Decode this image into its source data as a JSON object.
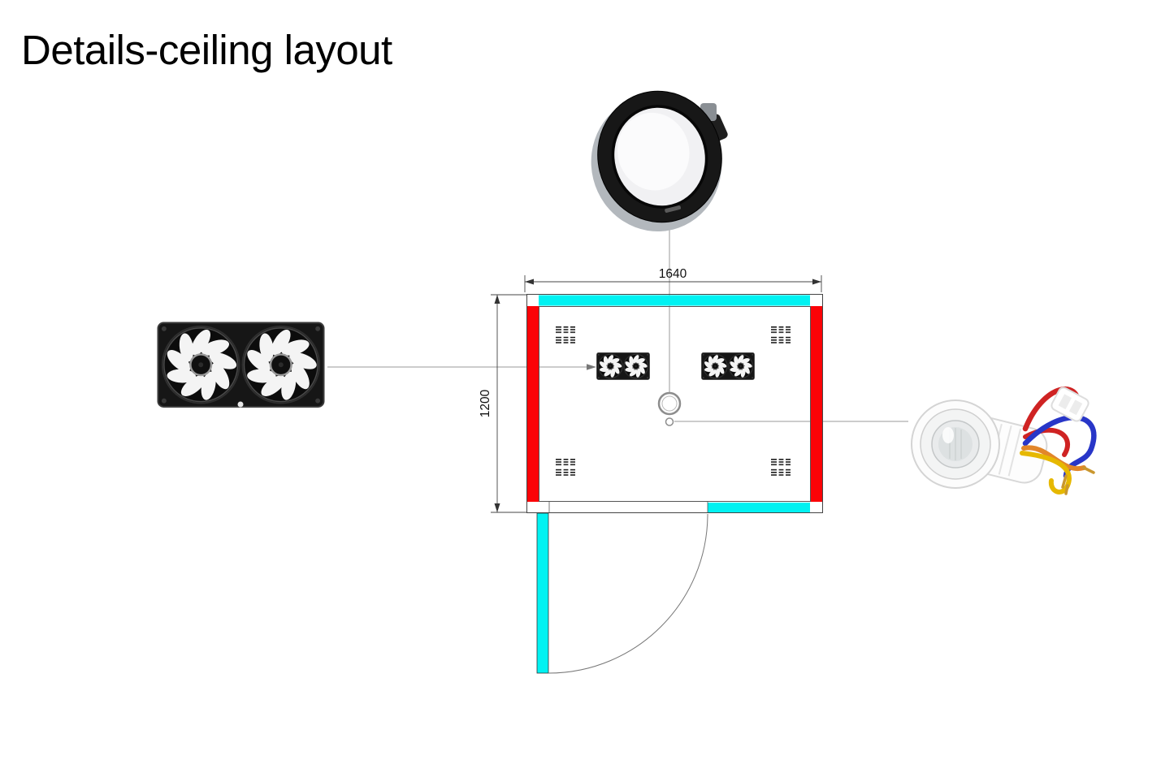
{
  "title": "Details-ceiling layout",
  "plan": {
    "width_label": "1640",
    "height_label": "1200",
    "colors": {
      "led_strip": "#00f2f2",
      "wall_highlight": "#fb0307"
    }
  },
  "images": {
    "downlight": "recessed-downlight",
    "dual_fan": "dual-exhaust-fan",
    "pir_sensor": "pir-motion-sensor-with-wires"
  }
}
